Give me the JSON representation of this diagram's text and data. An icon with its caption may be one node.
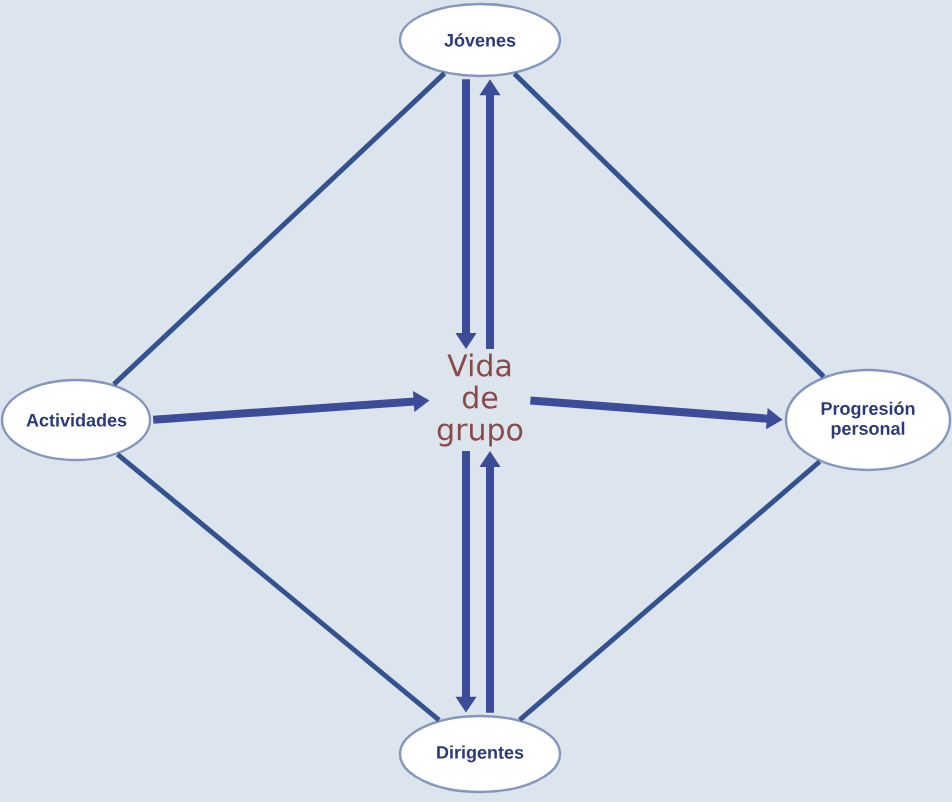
{
  "diagram": {
    "nodes": [
      {
        "text": [
          "Jóvenes"
        ]
      },
      {
        "text": [
          "Actividades"
        ]
      },
      {
        "text": [
          "Progresión personal"
        ]
      },
      {
        "text": [
          "Dirigentes"
        ]
      },
      {
        "text": [
          "Vida de grupo"
        ]
      }
    ],
    "edges": [
      {
        "from": 0,
        "to": 1,
        "arrow": "none"
      },
      {
        "from": 0,
        "to": 2,
        "arrow": "none"
      },
      {
        "from": 1,
        "to": 3,
        "arrow": "none"
      },
      {
        "from": 3,
        "to": 2,
        "arrow": "none"
      },
      {
        "from": 1,
        "to": 4,
        "arrow": "to"
      },
      {
        "from": 4,
        "to": 2,
        "arrow": "to"
      },
      {
        "from": 0,
        "to": 4,
        "arrow": "to"
      },
      {
        "from": 4,
        "to": 0,
        "arrow": "to"
      },
      {
        "from": 4,
        "to": 3,
        "arrow": "to"
      },
      {
        "from": 3,
        "to": 4,
        "arrow": "to"
      }
    ]
  }
}
